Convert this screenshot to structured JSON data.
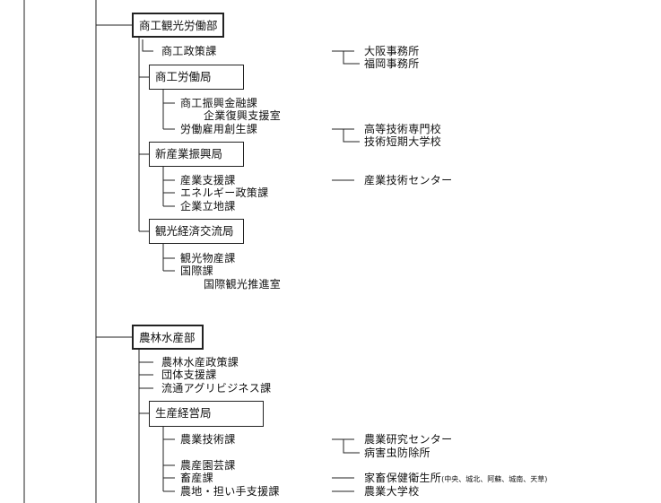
{
  "depts": [
    {
      "name": "商工観光労働部",
      "sections": [
        "商工政策課"
      ],
      "bureaus": [
        {
          "name": "商工労働局",
          "sections": [
            "商工振興金融課",
            "企業復興支援室",
            "労働雇用創生課"
          ]
        },
        {
          "name": "新産業振興局",
          "sections": [
            "産業支援課",
            "エネルギー政策課",
            "企業立地課"
          ]
        },
        {
          "name": "観光経済交流局",
          "sections": [
            "観光物産課",
            "国際課",
            "国際観光推進室"
          ]
        }
      ],
      "branches": [
        [
          "大阪事務所",
          "福岡事務所"
        ],
        [
          "高等技術専門校",
          "技術短期大学校"
        ],
        [
          "産業技術センター"
        ]
      ]
    },
    {
      "name": "農林水産部",
      "sections": [
        "農林水産政策課",
        "団体支援課",
        "流通アグリビジネス課"
      ],
      "bureaus": [
        {
          "name": "生産経営局",
          "sections": [
            "農業技術課",
            "農産園芸課",
            "畜産課",
            "農地・担い手支援課"
          ]
        }
      ],
      "branches": [
        [
          "農業研究センター",
          "病害虫防除所"
        ],
        [
          "家畜保健衛生所"
        ],
        [
          "農業大学校"
        ]
      ],
      "branch_note": "(中央、城北、阿蘇、城南、天草)"
    }
  ]
}
